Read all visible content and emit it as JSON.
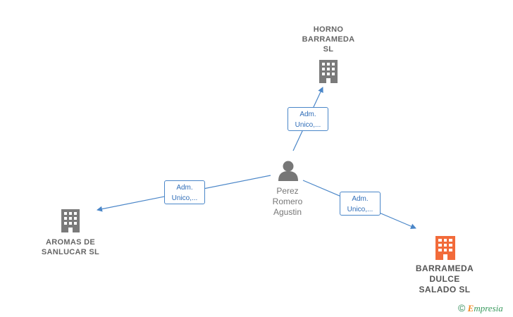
{
  "nodes": {
    "horno": {
      "label": "HORNO\nBARRAMEDA\nSL"
    },
    "aromas": {
      "label": "AROMAS DE\nSANLUCAR SL"
    },
    "barrameda": {
      "label": "BARRAMEDA\nDULCE\nSALADO  SL"
    },
    "person": {
      "label": "Perez\nRomero\nAgustin"
    }
  },
  "edges": {
    "to_horno": {
      "label": "Adm.\nUnico,..."
    },
    "to_aromas": {
      "label": "Adm.\nUnico,..."
    },
    "to_barrameda": {
      "label": "Adm.\nUnico,..."
    }
  },
  "colors": {
    "company": "#7a7a7a",
    "company_highlight": "#f26b3a",
    "person": "#777777",
    "edge": "#4a86c8"
  },
  "footer": {
    "copyright": "©",
    "brand_first": "E",
    "brand_rest": "mpresia"
  }
}
